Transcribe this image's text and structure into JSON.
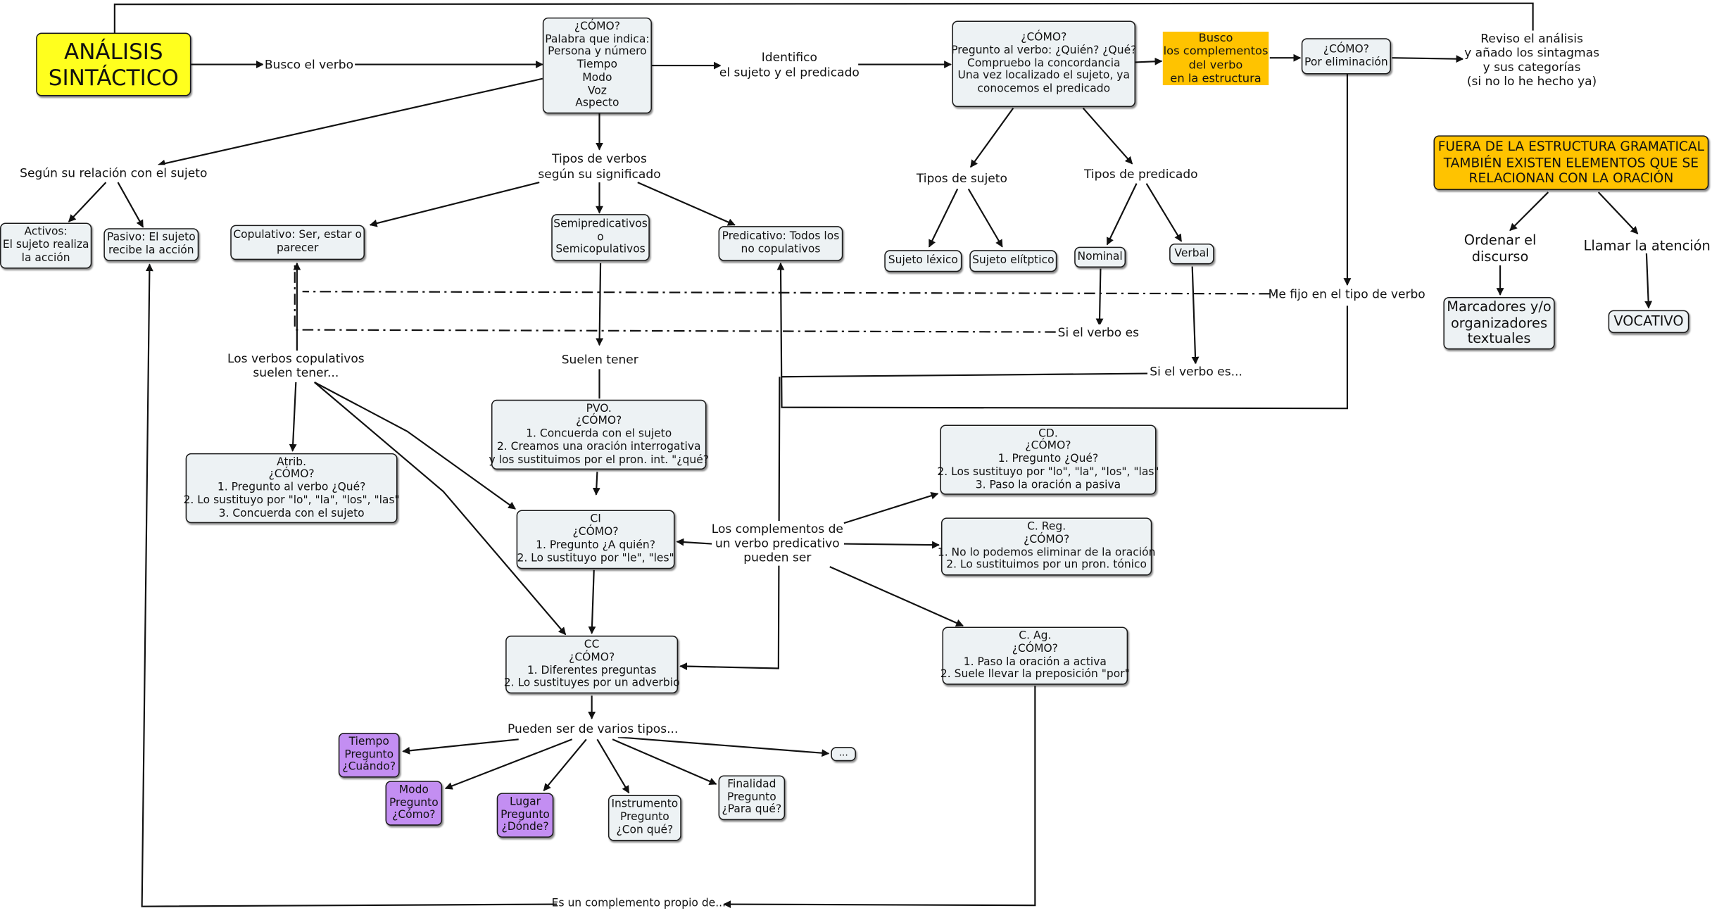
{
  "map_title": [
    "ANÁLISIS",
    "SINTÁCTICO"
  ],
  "nodes": {
    "como_verbo": [
      "¿CÓMO?",
      "Palabra que indica:",
      "Persona y número",
      "Tiempo",
      "Modo",
      "Voz",
      "Aspecto"
    ],
    "como_sujeto": [
      "¿CÓMO?",
      "Pregunto al verbo: ¿Quién? ¿Qué?",
      "Compruebo la concordancia",
      "Una vez localizado el sujeto, ya",
      "conocemos el predicado"
    ],
    "busco_complementos": [
      "Busco",
      "los complementos",
      "del verbo",
      "en la estructura"
    ],
    "por_eliminacion": [
      "¿CÓMO?",
      "Por eliminación"
    ],
    "fuera_estructura": [
      "FUERA DE LA ESTRUCTURA GRAMATICAL",
      "TAMBIÉN EXISTEN ELEMENTOS QUE SE",
      "RELACIONAN CON LA ORACIÓN"
    ],
    "activos": [
      "Activos:",
      "El sujeto realiza",
      "la acción"
    ],
    "pasivo": [
      "Pasivo: El sujeto",
      "recibe la acción"
    ],
    "copulativo": [
      "Copulativo: Ser, estar o",
      "parecer"
    ],
    "semipredicativos": [
      "Semipredicativos",
      "o",
      "Semicopulativos"
    ],
    "predicativo": [
      "Predicativo: Todos  los",
      "no copulativos"
    ],
    "sujeto_lexico": [
      "Sujeto léxico"
    ],
    "sujeto_eliptico": [
      "Sujeto elítptico"
    ],
    "nominal": [
      "Nominal"
    ],
    "verbal": [
      "Verbal"
    ],
    "marcadores": [
      "Marcadores y/o",
      "organizadores",
      "textuales"
    ],
    "vocativo": [
      "VOCATIVO"
    ],
    "pvo": [
      "PVO.",
      "¿CÓMO?",
      "1. Concuerda con el sujeto",
      "2. Creamos una oración interrogativa",
      "y los sustituimos por el pron. int. \"¿qué?"
    ],
    "atrib": [
      "Atrib.",
      "¿CÓMO?",
      "1. Pregunto al verbo ¿Qué?",
      "2. Lo sustituyo por \"lo\", \"la\", \"los\", \"las\"",
      "3. Concuerda con el sujeto"
    ],
    "cd": [
      "CD.",
      "¿CÓMO?",
      "1. Pregunto ¿Qué?",
      "2. Los sustituyo por \"lo\", \"la\", \"los\", \"las\"",
      "3. Paso la oración a pasiva"
    ],
    "ci": [
      "CI",
      "¿CÓMO?",
      "1. Pregunto ¿A quién?",
      "2. Lo sustituyo por \"le\", \"les\""
    ],
    "creg": [
      "C. Reg.",
      "¿CÓMO?",
      "1. No lo podemos eliminar de la oración",
      "2. Lo sustituimos por un pron. tónico"
    ],
    "cc": [
      "CC",
      "¿CÓMO?",
      "1. Diferentes preguntas",
      "2. Lo sustituyes por un adverbio"
    ],
    "cag": [
      "C. Ag.",
      "¿CÓMO?",
      "1. Paso la oración a activa",
      "2. Suele llevar la preposición \"por\""
    ],
    "tiempo": [
      "Tiempo",
      "Pregunto",
      "¿Cuándo?"
    ],
    "modo": [
      "Modo",
      "Pregunto",
      "¿Cómo?"
    ],
    "lugar": [
      "Lugar",
      "Pregunto",
      "¿Dónde?"
    ],
    "instrumento": [
      "Instrumento",
      "Pregunto",
      "¿Con qué?"
    ],
    "finalidad": [
      "Finalidad",
      "Pregunto",
      "¿Para qué?"
    ],
    "ellipsis": [
      "..."
    ]
  },
  "labels": {
    "busco_verbo": [
      "Busco el verbo"
    ],
    "identifico": [
      "Identifico",
      "el sujeto y el predicado"
    ],
    "reviso": [
      "Reviso el análisis",
      "y añado los sintagmas",
      "y sus categorías",
      "(si no lo he hecho ya)"
    ],
    "segun_relacion": [
      "Según su relación con el sujeto"
    ],
    "tipos_verbos": [
      "Tipos de verbos",
      "según su significado"
    ],
    "tipos_sujeto": [
      "Tipos de sujeto"
    ],
    "tipos_predicado": [
      "Tipos de predicado"
    ],
    "ordenar": [
      "Ordenar el",
      "discurso"
    ],
    "llamar": [
      "Llamar la atención"
    ],
    "me_fijo": [
      "Me fijo en el tipo de verbo"
    ],
    "si_verbo_es": [
      "Si el verbo es"
    ],
    "si_verbo_es2": [
      "Si el verbo es..."
    ],
    "verbos_copulativos": [
      "Los verbos copulativos",
      "suelen tener..."
    ],
    "suelen_tener": [
      "Suelen tener"
    ],
    "complementos_predicativo": [
      "Los complementos de",
      "un verbo predicativo",
      "pueden ser"
    ],
    "pueden_ser": [
      "Pueden ser de varios tipos..."
    ],
    "complemento_propio": [
      "Es un complemento propio de..."
    ]
  },
  "colors": {
    "node_fill": "#edf2f4",
    "title_fill": "#ffff1e",
    "highlight_fill": "#ffc300",
    "purple_fill": "#c38ef2",
    "stroke": "#1a1a1a"
  }
}
